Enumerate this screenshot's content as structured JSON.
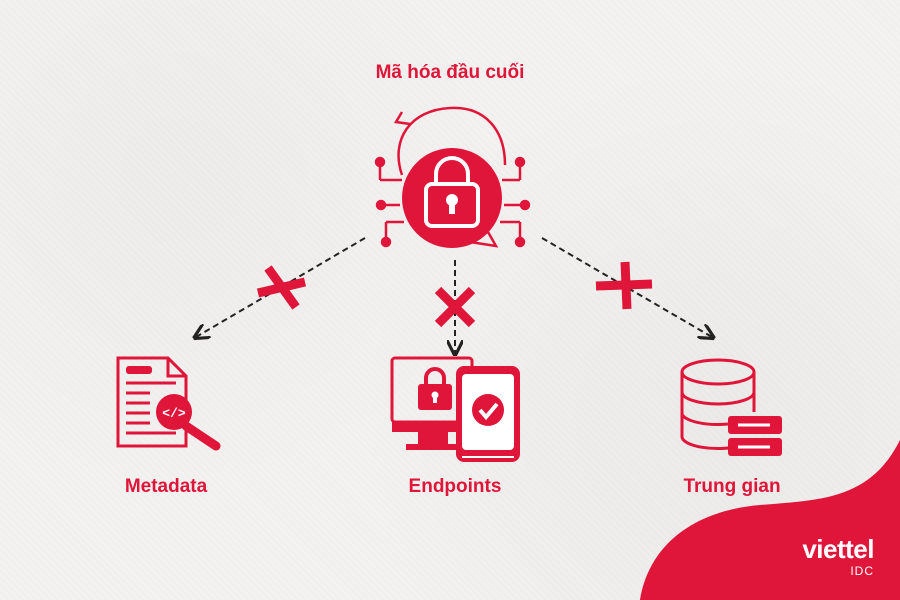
{
  "title": "Mã hóa đầu cuối",
  "nodes": {
    "metadata": "Metadata",
    "endpoints": "Endpoints",
    "intermediary": "Trung gian"
  },
  "brand": {
    "name": "viettel",
    "sub": "IDC"
  },
  "colors": {
    "accent": "#e0153a",
    "background": "#f3f2f0",
    "arrow": "#222222"
  },
  "icons": {
    "center": "encryption-lock-chip-icon",
    "metadata": "document-code-search-icon",
    "endpoints": "monitor-phone-lock-check-icon",
    "intermediary": "database-server-icon"
  }
}
